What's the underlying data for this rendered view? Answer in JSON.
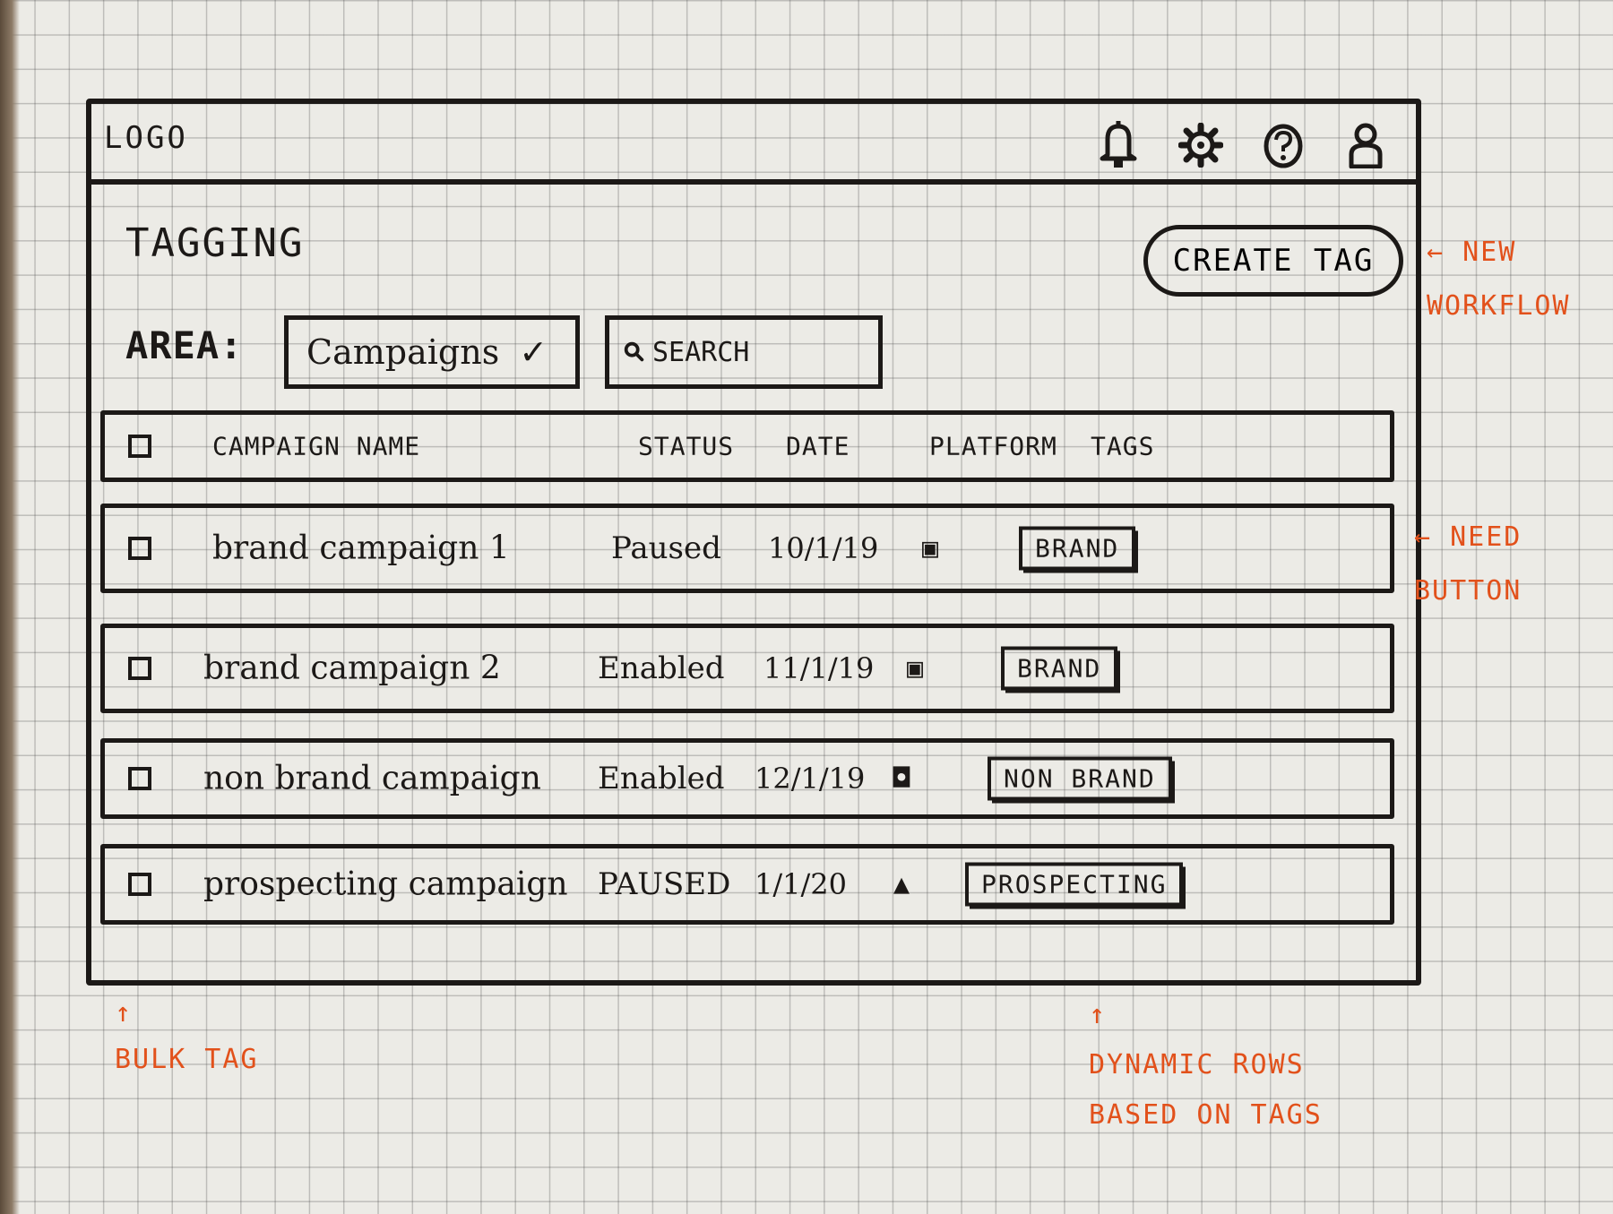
{
  "header": {
    "logo": "LOGO",
    "icons": [
      "bell-icon",
      "gear-icon",
      "help-icon",
      "user-icon"
    ]
  },
  "page": {
    "title": "TAGGING",
    "create_button": "CREATE TAG"
  },
  "filters": {
    "area_label": "AREA:",
    "area_value": "Campaigns",
    "area_chevron": "✓",
    "search_placeholder": "SEARCH"
  },
  "table": {
    "columns": [
      "CAMPAIGN NAME",
      "STATUS",
      "DATE",
      "PLATFORM",
      "TAGS"
    ],
    "rows": [
      {
        "name": "brand campaign 1",
        "status": "Paused",
        "date": "10/1/19",
        "platform": "▣",
        "tag": "BRAND"
      },
      {
        "name": "brand campaign 2",
        "status": "Enabled",
        "date": "11/1/19",
        "platform": "▣",
        "tag": "BRAND"
      },
      {
        "name": "non brand campaign",
        "status": "Enabled",
        "date": "12/1/19",
        "platform": "◘",
        "tag": "NON BRAND"
      },
      {
        "name": "prospecting campaign",
        "status": "PAUSED",
        "date": "1/1/20",
        "platform": "▲",
        "tag": "PROSPECTING"
      }
    ]
  },
  "annotations": {
    "new_workflow": "← NEW\nWORKFLOW",
    "need_button": "← NEED\nBUTTON",
    "bulk_tag": "↑\nBULK TAG",
    "dynamic_rows": "↑\nDYNAMIC ROWS\nBASED ON TAGS"
  },
  "colors": {
    "ink": "#1c1917",
    "annotation": "#e2511b",
    "paper": "#ecebe6"
  }
}
